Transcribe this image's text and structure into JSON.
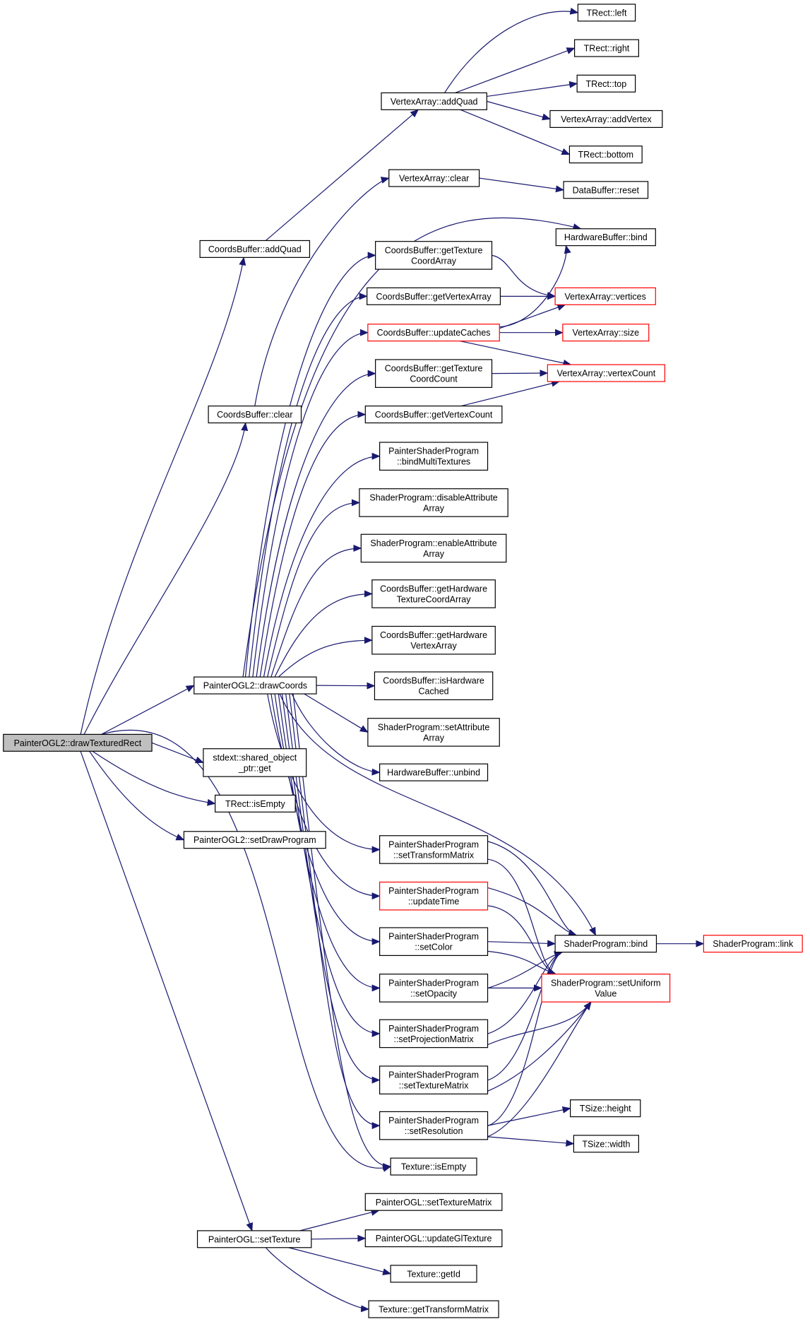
{
  "nodes": {
    "drawTexturedRect": [
      "PainterOGL2::drawTexturedRect"
    ],
    "cbAddQuad": [
      "CoordsBuffer::addQuad"
    ],
    "cbClear": [
      "CoordsBuffer::clear"
    ],
    "drawCoords": [
      "PainterOGL2::drawCoords"
    ],
    "sharedGet": [
      "stdext::shared_object",
      "_ptr::get"
    ],
    "rectIsEmpty": [
      "TRect::isEmpty"
    ],
    "setDrawProgram": [
      "PainterOGL2::setDrawProgram"
    ],
    "setTexture": [
      "PainterOGL::setTexture"
    ],
    "vaAddQuad": [
      "VertexArray::addQuad"
    ],
    "vaClear": [
      "VertexArray::clear"
    ],
    "getTexCoordArray": [
      "CoordsBuffer::getTexture",
      "CoordArray"
    ],
    "getVertexArray": [
      "CoordsBuffer::getVertexArray"
    ],
    "updateCaches": [
      "CoordsBuffer::updateCaches"
    ],
    "getTexCoordCount": [
      "CoordsBuffer::getTexture",
      "CoordCount"
    ],
    "getVertexCount": [
      "CoordsBuffer::getVertexCount"
    ],
    "bindMultiTextures": [
      "PainterShaderProgram",
      "::bindMultiTextures"
    ],
    "disableAttr": [
      "ShaderProgram::disableAttribute",
      "Array"
    ],
    "enableAttr": [
      "ShaderProgram::enableAttribute",
      "Array"
    ],
    "getHwTexCoord": [
      "CoordsBuffer::getHardware",
      "TextureCoordArray"
    ],
    "getHwVertex": [
      "CoordsBuffer::getHardware",
      "VertexArray"
    ],
    "isHwCached": [
      "CoordsBuffer::isHardware",
      "Cached"
    ],
    "setAttrArray": [
      "ShaderProgram::setAttribute",
      "Array"
    ],
    "hbUnbind": [
      "HardwareBuffer::unbind"
    ],
    "setTransformMatrix": [
      "PainterShaderProgram",
      "::setTransformMatrix"
    ],
    "updateTime": [
      "PainterShaderProgram",
      "::updateTime"
    ],
    "setColor": [
      "PainterShaderProgram",
      "::setColor"
    ],
    "setOpacity": [
      "PainterShaderProgram",
      "::setOpacity"
    ],
    "setProjectionMatrix": [
      "PainterShaderProgram",
      "::setProjectionMatrix"
    ],
    "setTextureMatrix": [
      "PainterShaderProgram",
      "::setTextureMatrix"
    ],
    "setResolution": [
      "PainterShaderProgram",
      "::setResolution"
    ],
    "texIsEmpty": [
      "Texture::isEmpty"
    ],
    "oglSetTextureMatrix": [
      "PainterOGL::setTextureMatrix"
    ],
    "updateGlTexture": [
      "PainterOGL::updateGlTexture"
    ],
    "texGetId": [
      "Texture::getId"
    ],
    "texGetTransform": [
      "Texture::getTransformMatrix"
    ],
    "rectLeft": [
      "TRect::left"
    ],
    "rectRight": [
      "TRect::right"
    ],
    "rectTop": [
      "TRect::top"
    ],
    "vaAddVertex": [
      "VertexArray::addVertex"
    ],
    "rectBottom": [
      "TRect::bottom"
    ],
    "dbReset": [
      "DataBuffer::reset"
    ],
    "hbBind": [
      "HardwareBuffer::bind"
    ],
    "vaVertices": [
      "VertexArray::vertices"
    ],
    "vaSize": [
      "VertexArray::size"
    ],
    "vaVertexCount": [
      "VertexArray::vertexCount"
    ],
    "spBind": [
      "ShaderProgram::bind"
    ],
    "spLink": [
      "ShaderProgram::link"
    ],
    "spSetUniform": [
      "ShaderProgram::setUniform",
      "Value"
    ],
    "tsHeight": [
      "TSize::height"
    ],
    "tsWidth": [
      "TSize::width"
    ]
  },
  "colors": {
    "edge": "#191970",
    "border_default": "#000000",
    "border_truncated": "#ff0000",
    "root_fill": "#bfbfbf"
  }
}
